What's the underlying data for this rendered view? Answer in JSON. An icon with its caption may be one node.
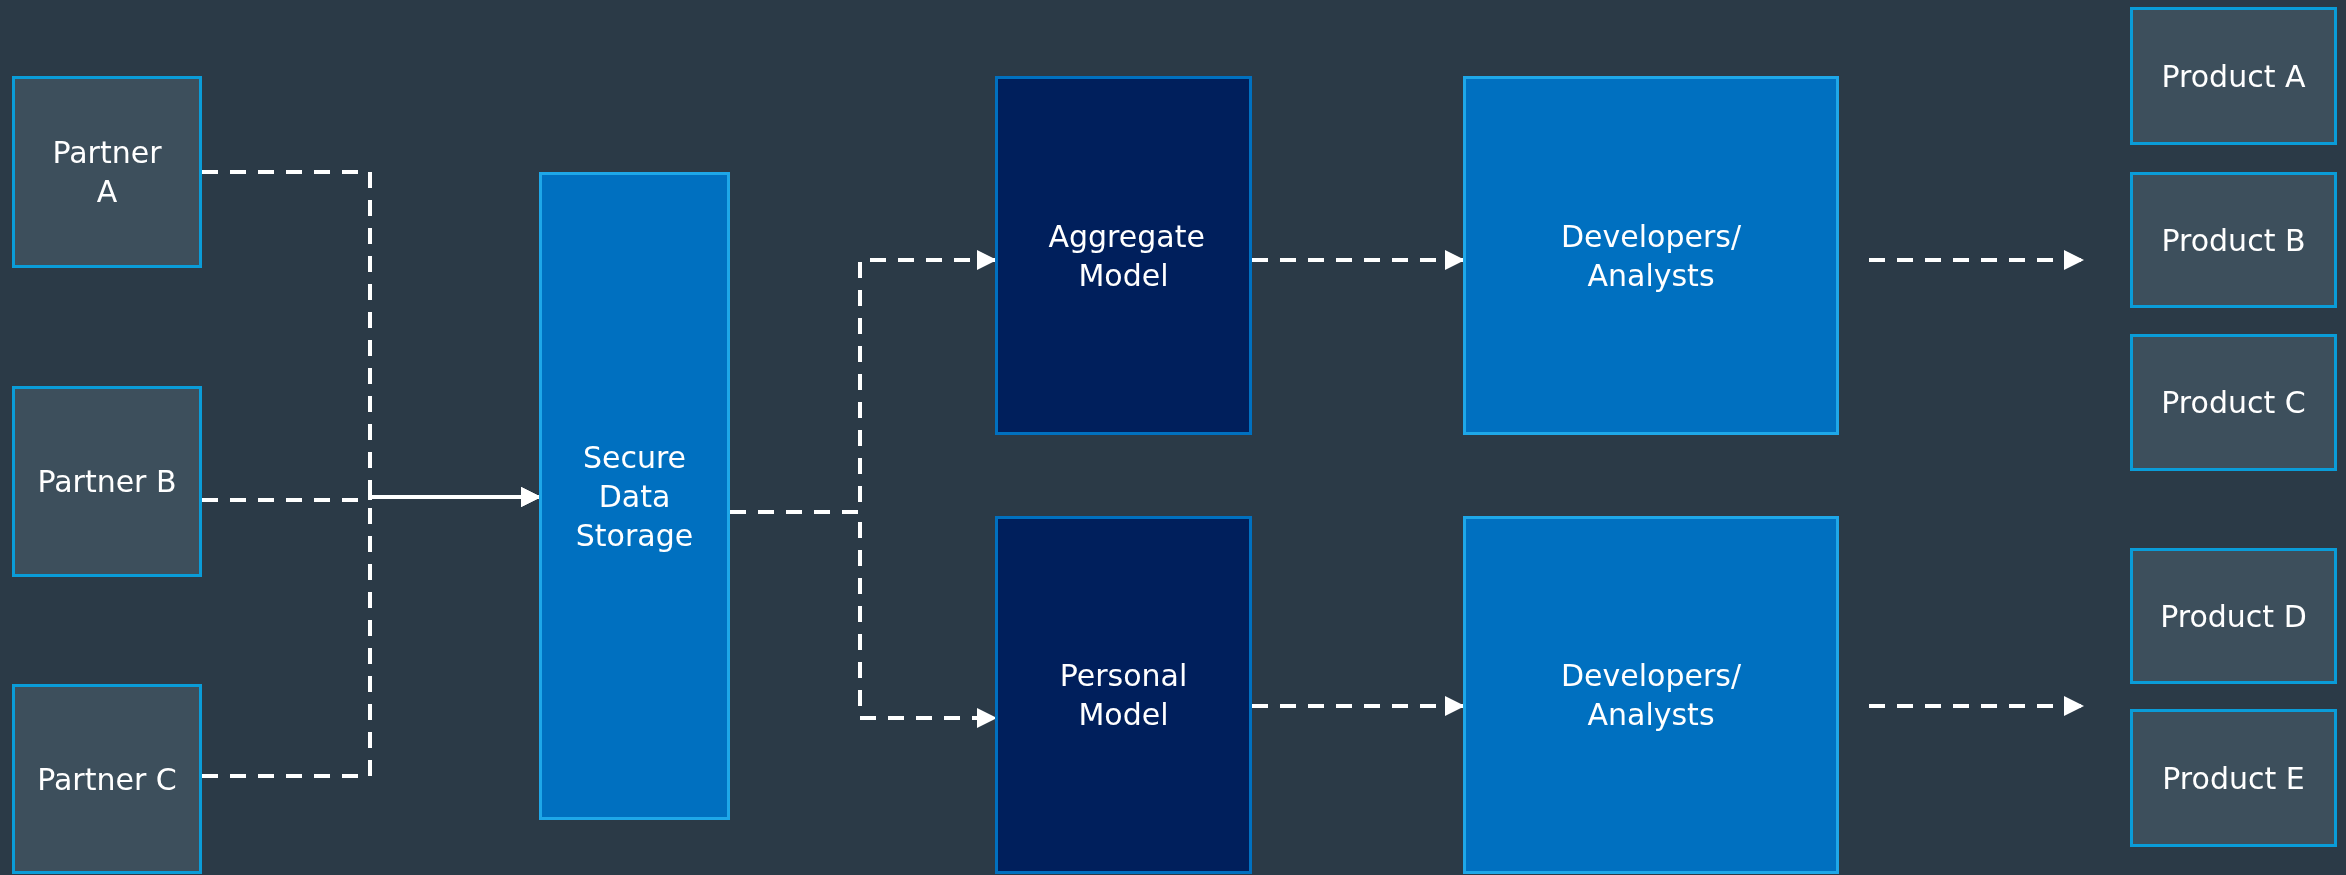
{
  "diagram": {
    "nodes": [
      {
        "text": [
          "Partner A"
        ]
      },
      {
        "text": [
          "Partner B"
        ]
      },
      {
        "text": [
          "Partner C"
        ]
      },
      {
        "text": [
          "Secure Data Storage"
        ]
      },
      {
        "text": [
          "Aggregate Model"
        ]
      },
      {
        "text": [
          "Personal Model"
        ]
      },
      {
        "text": [
          "Developers/ Analysts"
        ]
      },
      {
        "text": [
          "Developers/ Analysts"
        ]
      },
      {
        "text": [
          "Product A"
        ]
      },
      {
        "text": [
          "Product B"
        ]
      },
      {
        "text": [
          "Product C"
        ]
      },
      {
        "text": [
          "Product D"
        ]
      },
      {
        "text": [
          "Product E"
        ]
      }
    ],
    "edges": [
      {
        "from": 0,
        "to": 3,
        "arrow": "to"
      },
      {
        "from": 1,
        "to": 3,
        "arrow": "to"
      },
      {
        "from": 2,
        "to": 3,
        "arrow": "to"
      },
      {
        "from": 3,
        "to": 4,
        "arrow": "to"
      },
      {
        "from": 3,
        "to": 5,
        "arrow": "to"
      },
      {
        "from": 4,
        "to": 6,
        "arrow": "to"
      },
      {
        "from": 5,
        "to": 7,
        "arrow": "to"
      },
      {
        "from": 6,
        "to": 9,
        "arrow": "to"
      },
      {
        "from": 7,
        "to": 11,
        "arrow": "to"
      }
    ]
  }
}
